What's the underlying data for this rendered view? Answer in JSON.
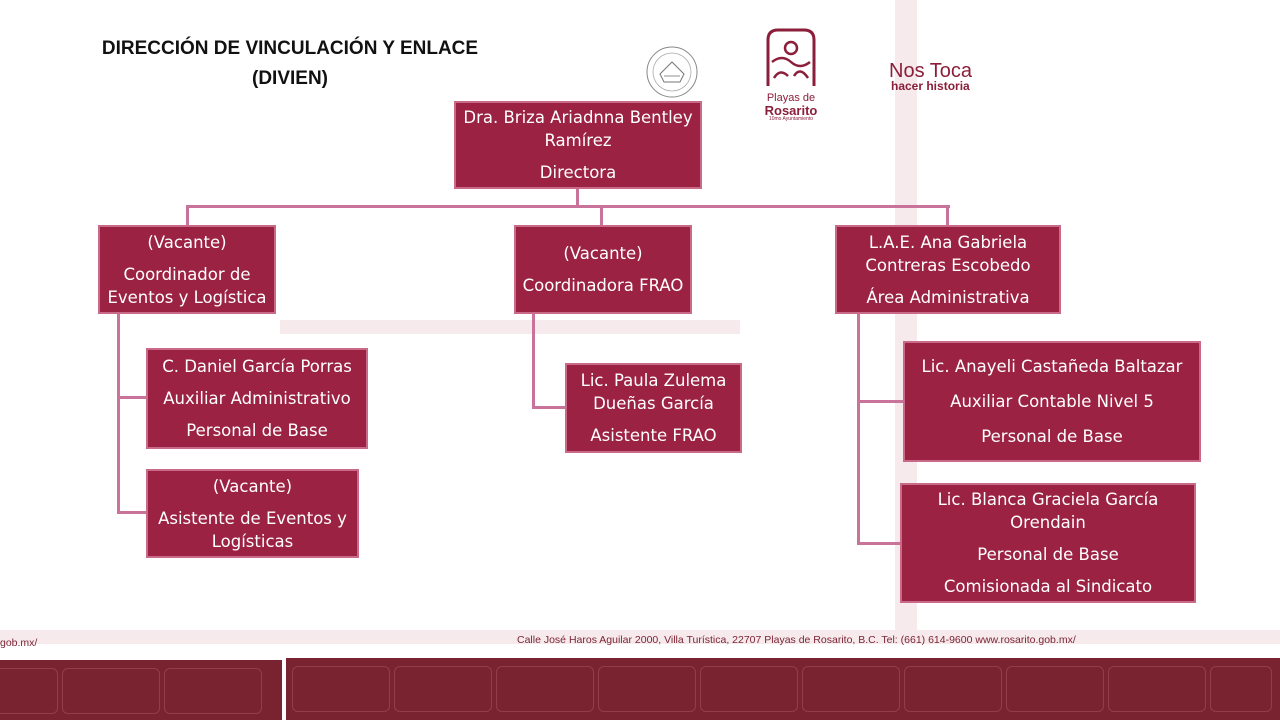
{
  "title": {
    "line1": "DIRECCIÓN DE VINCULACIÓN Y ENLACE",
    "line2": "(DIVIEN)"
  },
  "logos": {
    "rosarito_line1": "Playas de",
    "rosarito_line2": "Rosarito",
    "rosarito_line3": "10mo Ayuntamiento",
    "slogan_line1": "Nos Toca",
    "slogan_line2": "hacer historia"
  },
  "nodes": {
    "director": {
      "name": "Dra. Briza Ariadnna Bentley Ramírez",
      "role": "Directora"
    },
    "coord_eventos": {
      "status": "(Vacante)",
      "role": "Coordinador de Eventos y Logística"
    },
    "coord_frao": {
      "status": "(Vacante)",
      "role": "Coordinadora FRAO"
    },
    "area_admin": {
      "name": "L.A.E. Ana Gabriela Contreras Escobedo",
      "role": "Área Administrativa"
    },
    "daniel": {
      "name": "C. Daniel García Porras",
      "role": "Auxiliar Administrativo",
      "type": "Personal de Base"
    },
    "asistente_eventos": {
      "status": "(Vacante)",
      "role": "Asistente de Eventos y Logísticas"
    },
    "paula": {
      "name": "Lic. Paula Zulema Dueñas García",
      "role": "Asistente FRAO"
    },
    "anayeli": {
      "name": "Lic. Anayeli Castañeda Baltazar",
      "role": "Auxiliar Contable Nivel 5",
      "type": "Personal de Base"
    },
    "blanca": {
      "name": "Lic. Blanca Graciela García Orendain",
      "type": "Personal de Base",
      "note": "Comisionada al Sindicato"
    }
  },
  "footer": {
    "address": "Calle José Haros Aguilar 2000, Villa Turística, 22707 Playas de Rosarito, B.C. Tel: (661) 614-9600  www.rosarito.gob.mx/",
    "left_fragment": "gob.mx/"
  },
  "colors": {
    "box_fill": "#9b2242",
    "box_border": "#c96a88",
    "connector": "#c9739a",
    "footer_band": "#7a2330"
  }
}
